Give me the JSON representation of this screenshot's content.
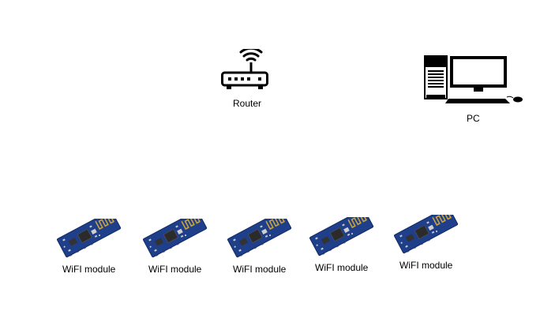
{
  "router": {
    "label": "Router",
    "icon": "router-icon"
  },
  "pc": {
    "label": "PC",
    "icon": "desktop-computer-icon"
  },
  "modules": [
    {
      "label": "WiFI module",
      "icon": "wifi-module-icon"
    },
    {
      "label": "WiFI module",
      "icon": "wifi-module-icon"
    },
    {
      "label": "WiFI module",
      "icon": "wifi-module-icon"
    },
    {
      "label": "WiFI module",
      "icon": "wifi-module-icon"
    },
    {
      "label": "WiFI module",
      "icon": "wifi-module-icon"
    }
  ],
  "colors": {
    "pcb_blue": "#1f3f8a",
    "pcb_edge": "#102a66",
    "chip": "#2b2b2b",
    "antenna": "#c9a23a",
    "pins": "#151515",
    "icon_black": "#000000"
  }
}
